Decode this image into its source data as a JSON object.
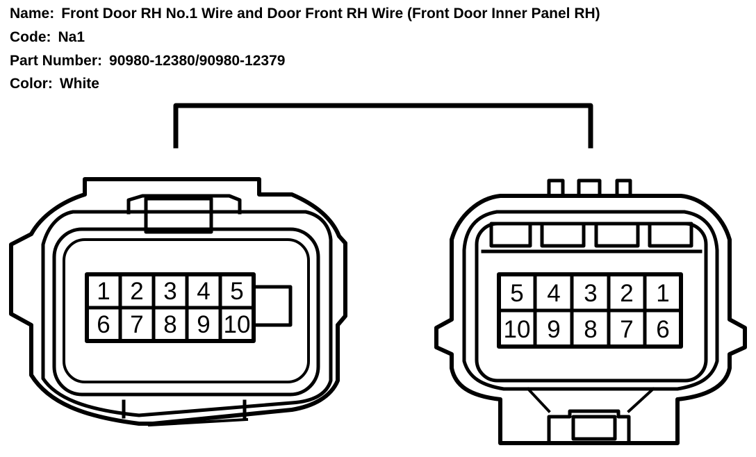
{
  "connector": {
    "name_label": "Name:",
    "name": "Front Door RH No.1 Wire and Door Front RH Wire (Front Door Inner Panel RH)",
    "code_label": "Code:",
    "code": "Na1",
    "part_number_label": "Part Number:",
    "part_number": "90980-12380/90980-12379",
    "color_label": "Color:",
    "color": "White"
  },
  "left_connector": {
    "pins": [
      "1",
      "2",
      "3",
      "4",
      "5",
      "6",
      "7",
      "8",
      "9",
      "10"
    ]
  },
  "right_connector": {
    "pins": [
      "5",
      "4",
      "3",
      "2",
      "1",
      "10",
      "9",
      "8",
      "7",
      "6"
    ]
  }
}
